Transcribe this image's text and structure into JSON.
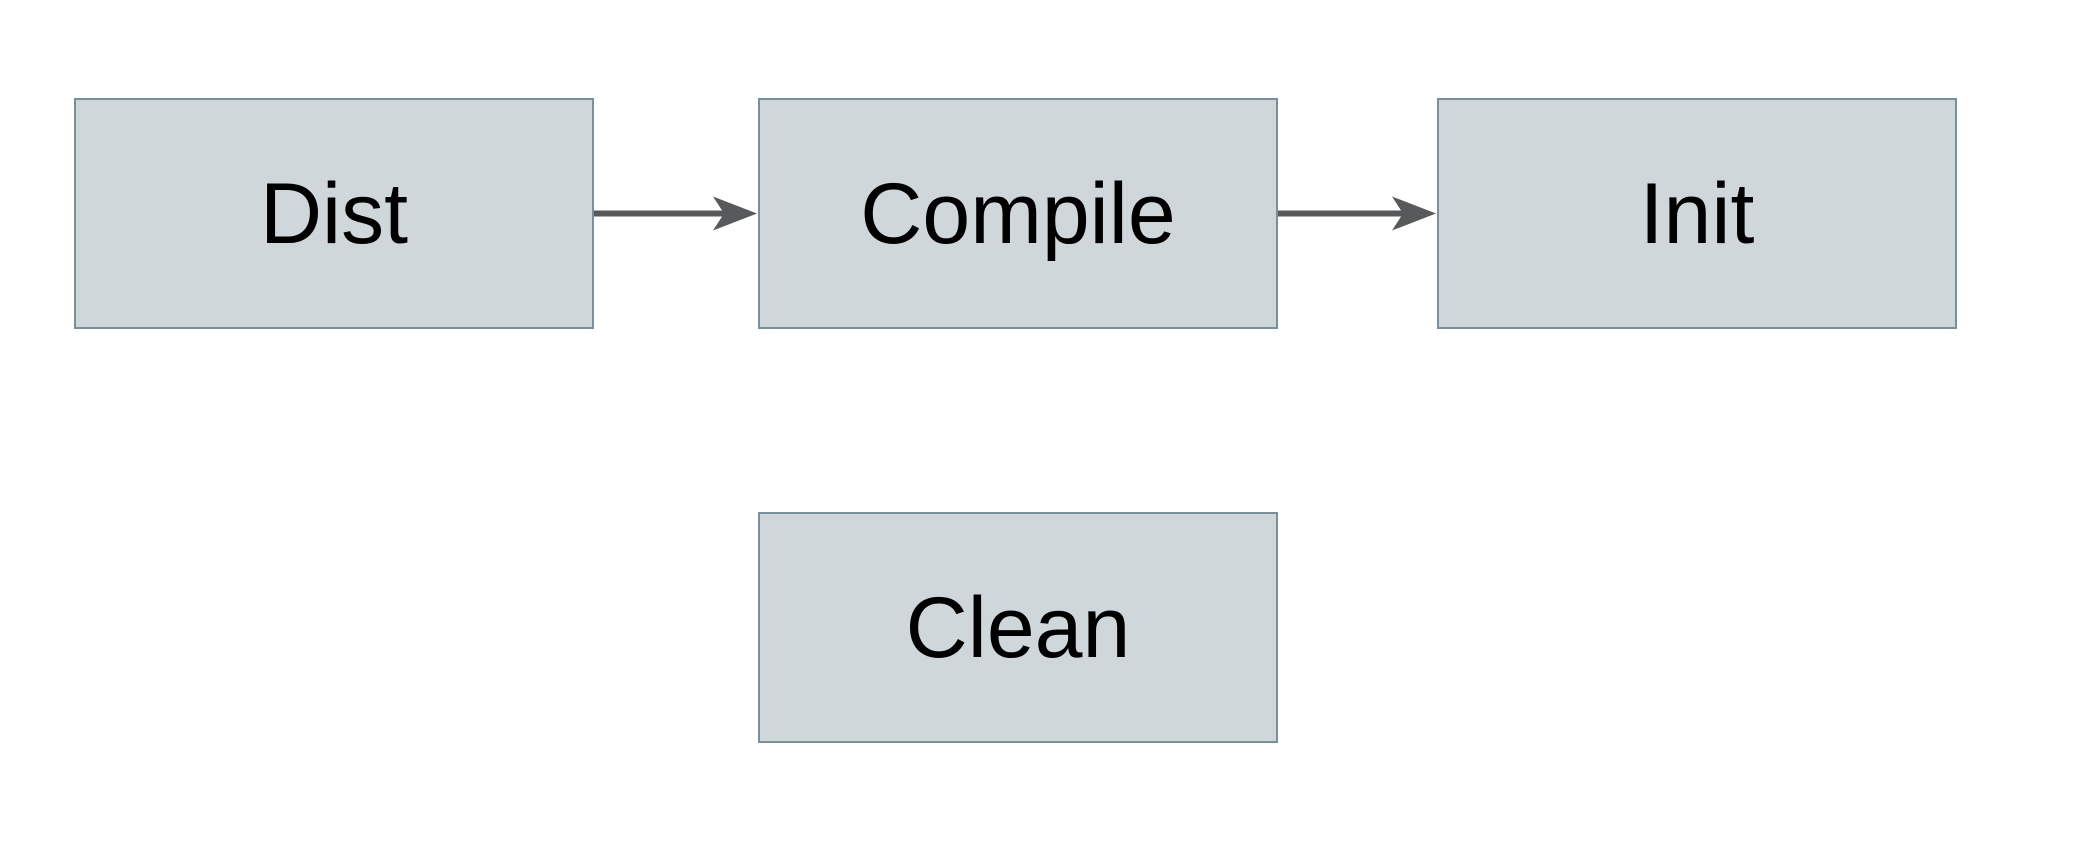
{
  "diagram": {
    "colors": {
      "background": "#ffffff",
      "node_fill": "#cfd7da",
      "node_border": "#78909c",
      "text": "#000000",
      "arrow": "#58595b"
    },
    "nodes": [
      {
        "id": "dist",
        "label": "Dist"
      },
      {
        "id": "compile",
        "label": "Compile"
      },
      {
        "id": "init",
        "label": "Init"
      },
      {
        "id": "clean",
        "label": "Clean"
      }
    ],
    "edges": [
      {
        "from": "dist",
        "to": "compile",
        "style": "arrow-right"
      },
      {
        "from": "compile",
        "to": "init",
        "style": "arrow-right"
      }
    ]
  }
}
